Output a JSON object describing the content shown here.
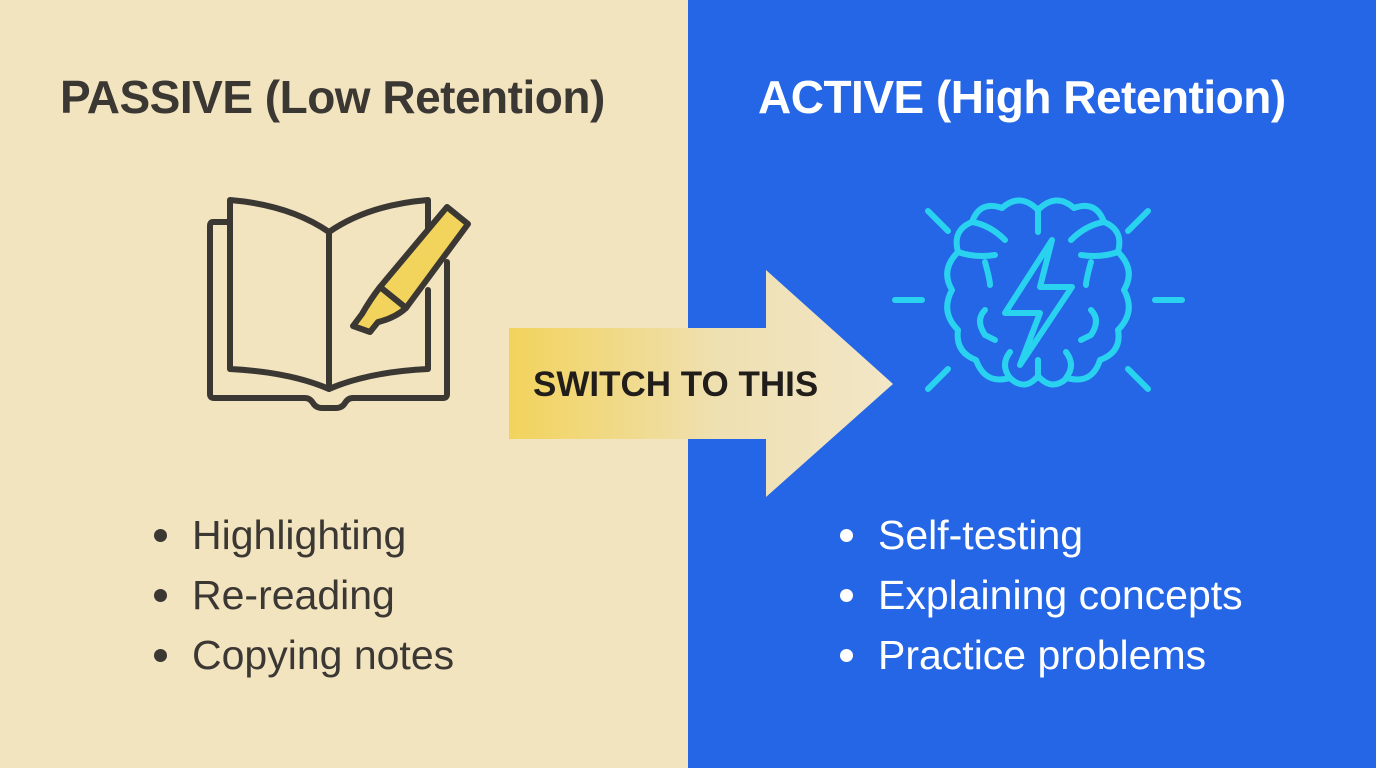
{
  "passive": {
    "title": "PASSIVE (Low Retention)",
    "icon": "book-highlighter-icon",
    "items": [
      "Highlighting",
      "Re-reading",
      "Copying notes"
    ],
    "background": "#f3e4c0"
  },
  "active": {
    "title": "ACTIVE (High Retention)",
    "icon": "brain-lightning-icon",
    "items": [
      "Self-testing",
      "Explaining concepts",
      "Practice problems"
    ],
    "background": "#2466e6"
  },
  "arrow": {
    "label": "SWITCH TO THIS",
    "icon": "right-arrow-icon"
  },
  "colors": {
    "text_dark": "#3b3733",
    "highlighter": "#f2d35c",
    "brain": "#29d3f0"
  }
}
